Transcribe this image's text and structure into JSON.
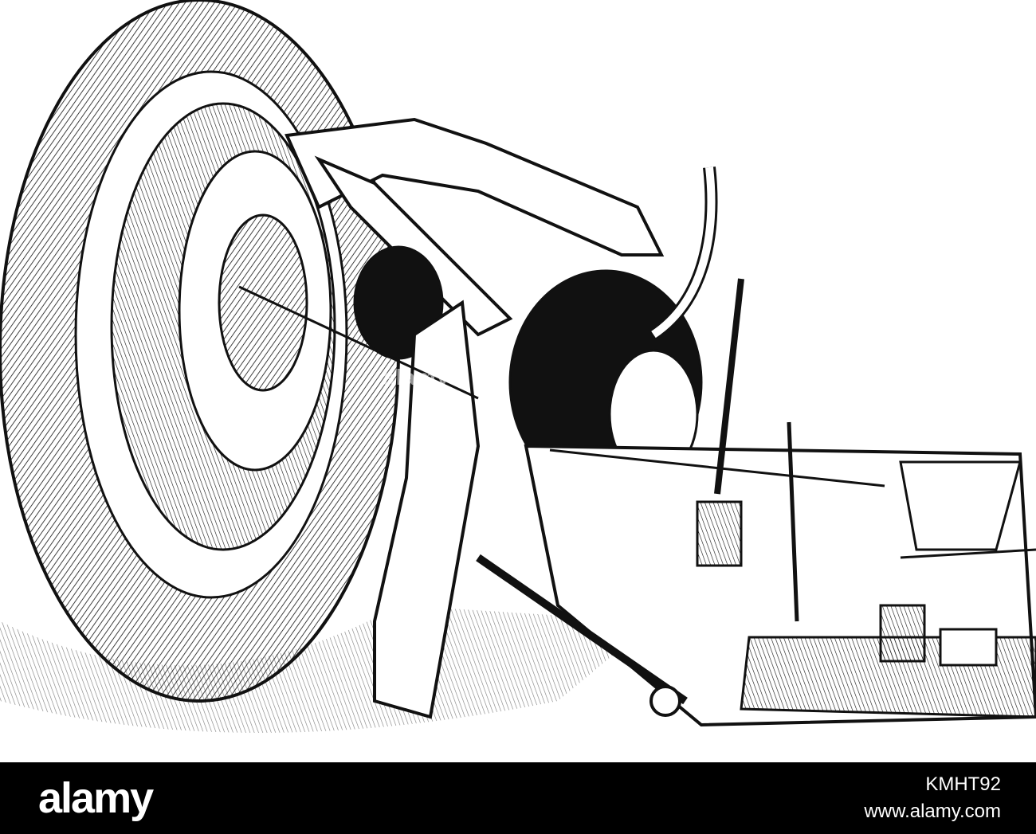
{
  "watermark": {
    "text": "alamy"
  },
  "footer": {
    "brand": "alamy",
    "image_id": "KMHT92",
    "site": "www.alamy.com"
  },
  "colors": {
    "footer_background": "#000000",
    "footer_text": "#ffffff",
    "line_art": "#111111"
  }
}
